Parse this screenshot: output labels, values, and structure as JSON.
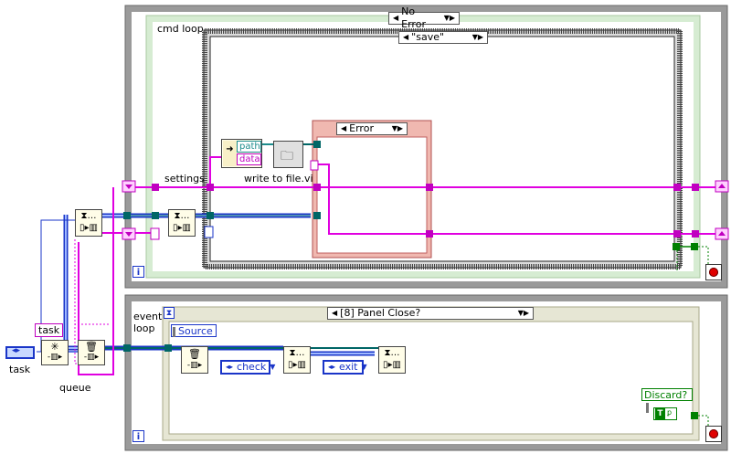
{
  "cmd_loop": {
    "label": "cmd loop",
    "error_case_selector": "No Error",
    "cmd_case_selector": "\"save\"",
    "settings_label": "settings",
    "write_node": {
      "label": "write to file.vi",
      "in_path": "path",
      "in_data": "data"
    },
    "inner_error_selector": "Error",
    "info_glyph": "i"
  },
  "event_loop": {
    "label_line1": "event",
    "label_line2": "loop",
    "event_case_selector": "[8] Panel Close?",
    "source_label": "Source",
    "check_enum": "check",
    "exit_enum": "exit",
    "discard_label": "Discard?",
    "bool_const": "T",
    "info_glyph": "i"
  },
  "queue": {
    "task_tag": "task",
    "task_control": "task",
    "label": "queue"
  },
  "colors": {
    "loop_frame": "#7a7a7a",
    "case_frame": "#222222",
    "error_case": "#e07070",
    "event_frame": "#b8b89a",
    "wire_queue": "#1a35c8",
    "wire_cluster": "#e000e0",
    "wire_error": "#006666",
    "wire_path": "#1c8c8c",
    "bool": "#008000"
  }
}
